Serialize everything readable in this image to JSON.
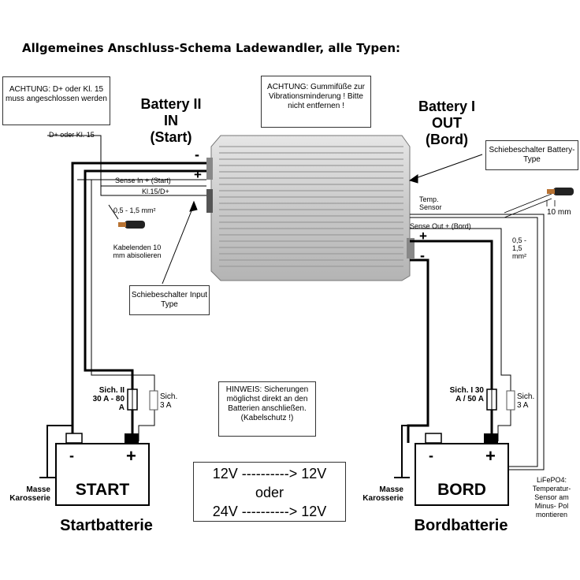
{
  "title": "Allgemeines Anschluss-Schema Ladewandler, alle Typen:",
  "notes": {
    "achtung_d": "ACHTUNG: D+ oder Kl. 15 muss angeschlossen werden",
    "achtung_feet": "ACHTUNG: Gummifüße zur Vibrationsminderung ! Bitte nicht entfernen !",
    "schiebe_battery": "Schiebeschalter Battery-Type",
    "schiebe_input": "Schiebeschalter Input Type",
    "hinweis": "HINWEIS: Sicherungen möglichst direkt an den Batterien anschließen. (Kabelschutz !)",
    "lifepo4": "LiFePO4: Temperatur-Sensor am Minus- Pol montieren"
  },
  "battery_in": {
    "line1": "Battery II",
    "line2": "IN",
    "line3": "(Start)"
  },
  "battery_out": {
    "line1": "Battery I",
    "line2": "OUT",
    "line3": "(Bord)"
  },
  "wire_labels": {
    "d_plus_kl15": "D+ oder Kl. 15",
    "sense_in": "Sense In + (Start)",
    "kl15_d": "Kl.15/D+",
    "cross_left": "0,5 - 1,5 mm²",
    "cable_ends": "Kabelenden 10 mm abisolieren",
    "temp_sensor": "Temp. Sensor",
    "sense_out": "Sense Out + (Bord)",
    "cross_right": "0,5 - 1,5 mm²",
    "mm10": "10 mm"
  },
  "terminals": {
    "minus": "-",
    "plus": "+"
  },
  "fuses": {
    "left_main": "Sich. II 30 A - 80 A",
    "left_small": "Sich. 3 A",
    "right_main": "Sich. I 30 A / 50 A",
    "right_small": "Sich. 3 A"
  },
  "batteries": {
    "start": {
      "name": "START",
      "caption": "Startbatterie",
      "ground": "Masse Karosserie"
    },
    "bord": {
      "name": "BORD",
      "caption": "Bordbatterie",
      "ground": "Masse Karosserie"
    }
  },
  "voltage": {
    "line1": "12V ----------> 12V",
    "line2": "oder",
    "line3": "24V ----------> 12V"
  }
}
